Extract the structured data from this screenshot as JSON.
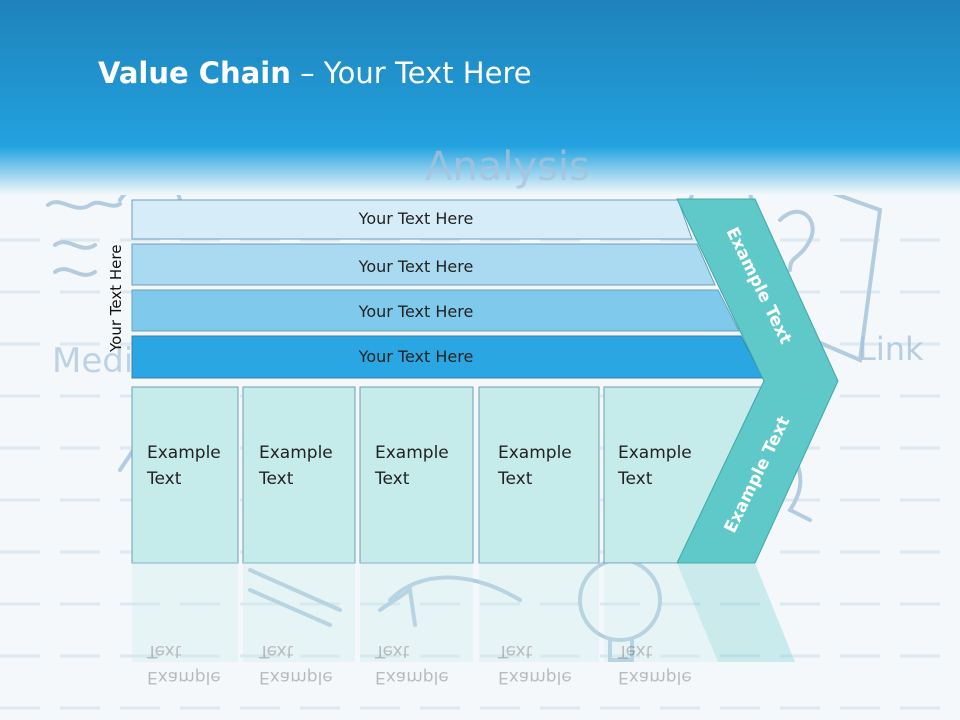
{
  "slide": {
    "title_bold": "Value Chain",
    "title_rest": " – Your Text Here"
  },
  "side_label": "Your Text Here",
  "bars": [
    {
      "label": "Your Text Here",
      "color": "#d6ecf8"
    },
    {
      "label": "Your Text Here",
      "color": "#a9daf1"
    },
    {
      "label": "Your Text Here",
      "color": "#7fc9ec"
    },
    {
      "label": "Your Text Here",
      "color": "#2aa7e3"
    }
  ],
  "boxes": [
    {
      "line1": "Example",
      "line2": "Text"
    },
    {
      "line1": "Example",
      "line2": "Text"
    },
    {
      "line1": "Example",
      "line2": "Text"
    },
    {
      "line1": "Example",
      "line2": "Text"
    },
    {
      "line1": "Example",
      "line2": "Text"
    }
  ],
  "chevron": {
    "upper_label": "Example Text",
    "lower_label": "Example Text",
    "color": "#5fc9c9"
  },
  "background_words": {
    "top": "Analysis",
    "left": "Media",
    "right": "Link"
  },
  "colors": {
    "header_top": "#1e7fb6",
    "header_bottom": "#22a2df",
    "box_fill": "#c5ebea",
    "doodle": "#a9c3da"
  }
}
